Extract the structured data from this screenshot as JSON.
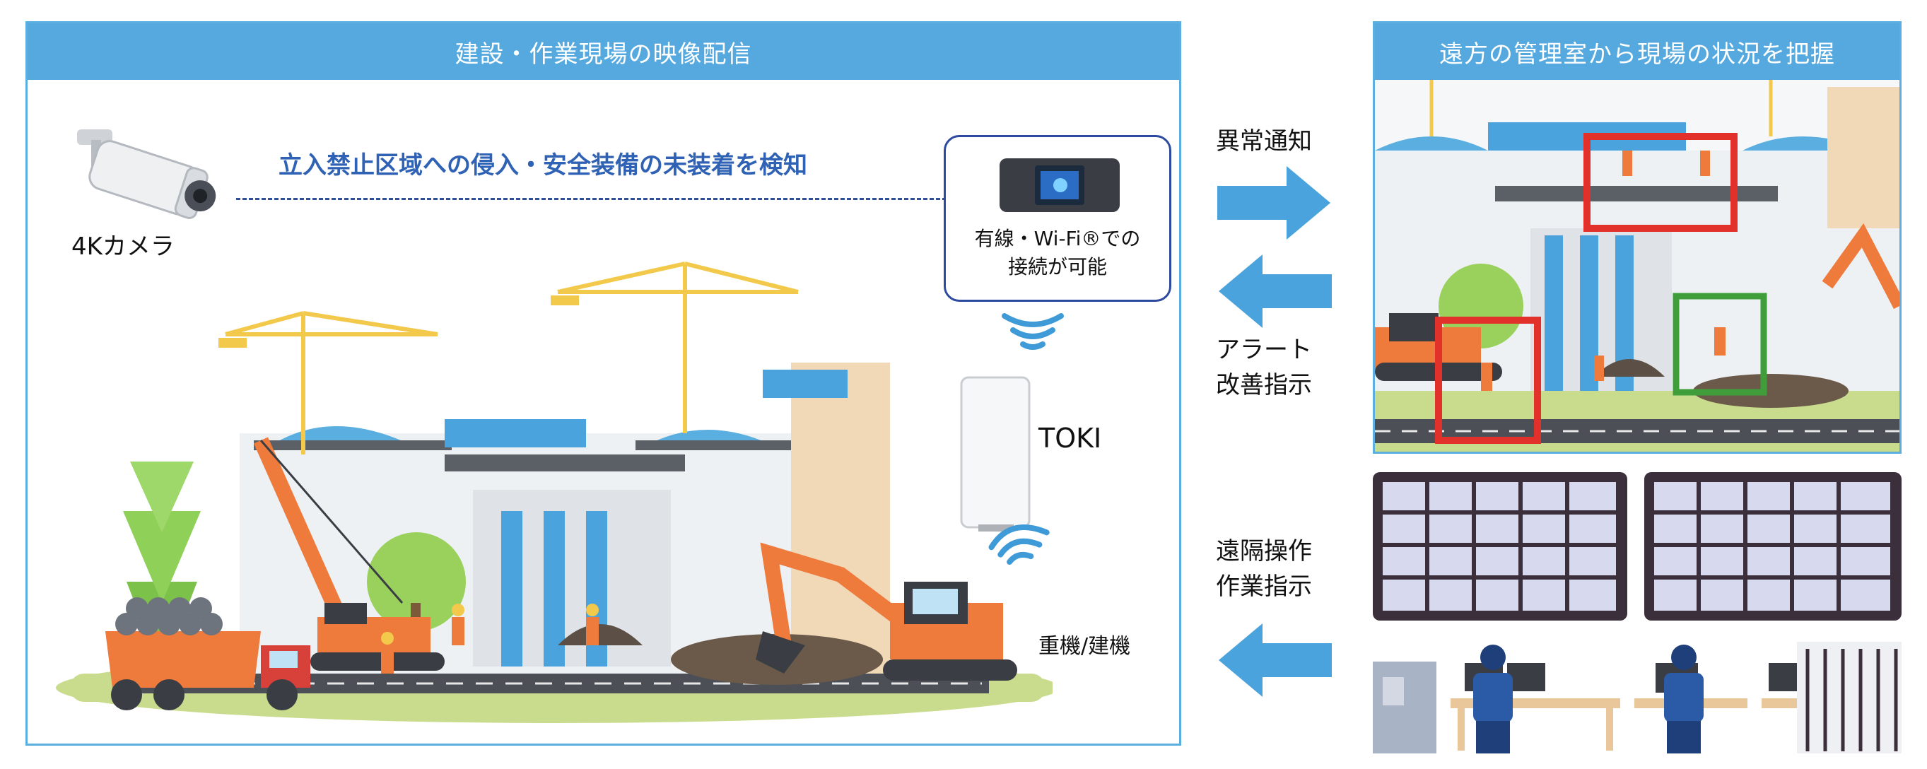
{
  "left_panel": {
    "title": "建設・作業現場の映像配信",
    "detection_text": "立入禁止区域への侵入・安全装備の未装着を検知",
    "camera_label": "4Kカメラ",
    "router_label_line1": "有線・Wi-Fi®での",
    "router_label_line2": "接続が可能",
    "device_label": "TOKI",
    "machine_label": "重機/建機"
  },
  "right_panel": {
    "title": "遠方の管理室から現場の状況を把握"
  },
  "arrows": {
    "anomaly_label": "異常通知",
    "alert_line1": "アラート",
    "alert_line2": "改善指示",
    "remote_line1": "遠隔操作",
    "remote_line2": "作業指示"
  },
  "colors": {
    "header_blue": "#55a9df",
    "arrow_blue": "#4aa3dd",
    "detect_text": "#2f62b4",
    "alert_red": "#e2302a",
    "ok_green": "#3f9e3a",
    "excavator_orange": "#ee7a3c",
    "crane_yellow": "#f3c94b"
  },
  "icons": [
    "security-camera-icon",
    "wifi-router-icon",
    "wifi-signal-icon",
    "wireless-terminal-icon",
    "arrow-right-icon",
    "arrow-left-icon",
    "monitor-wall-icon",
    "operator-icon"
  ]
}
